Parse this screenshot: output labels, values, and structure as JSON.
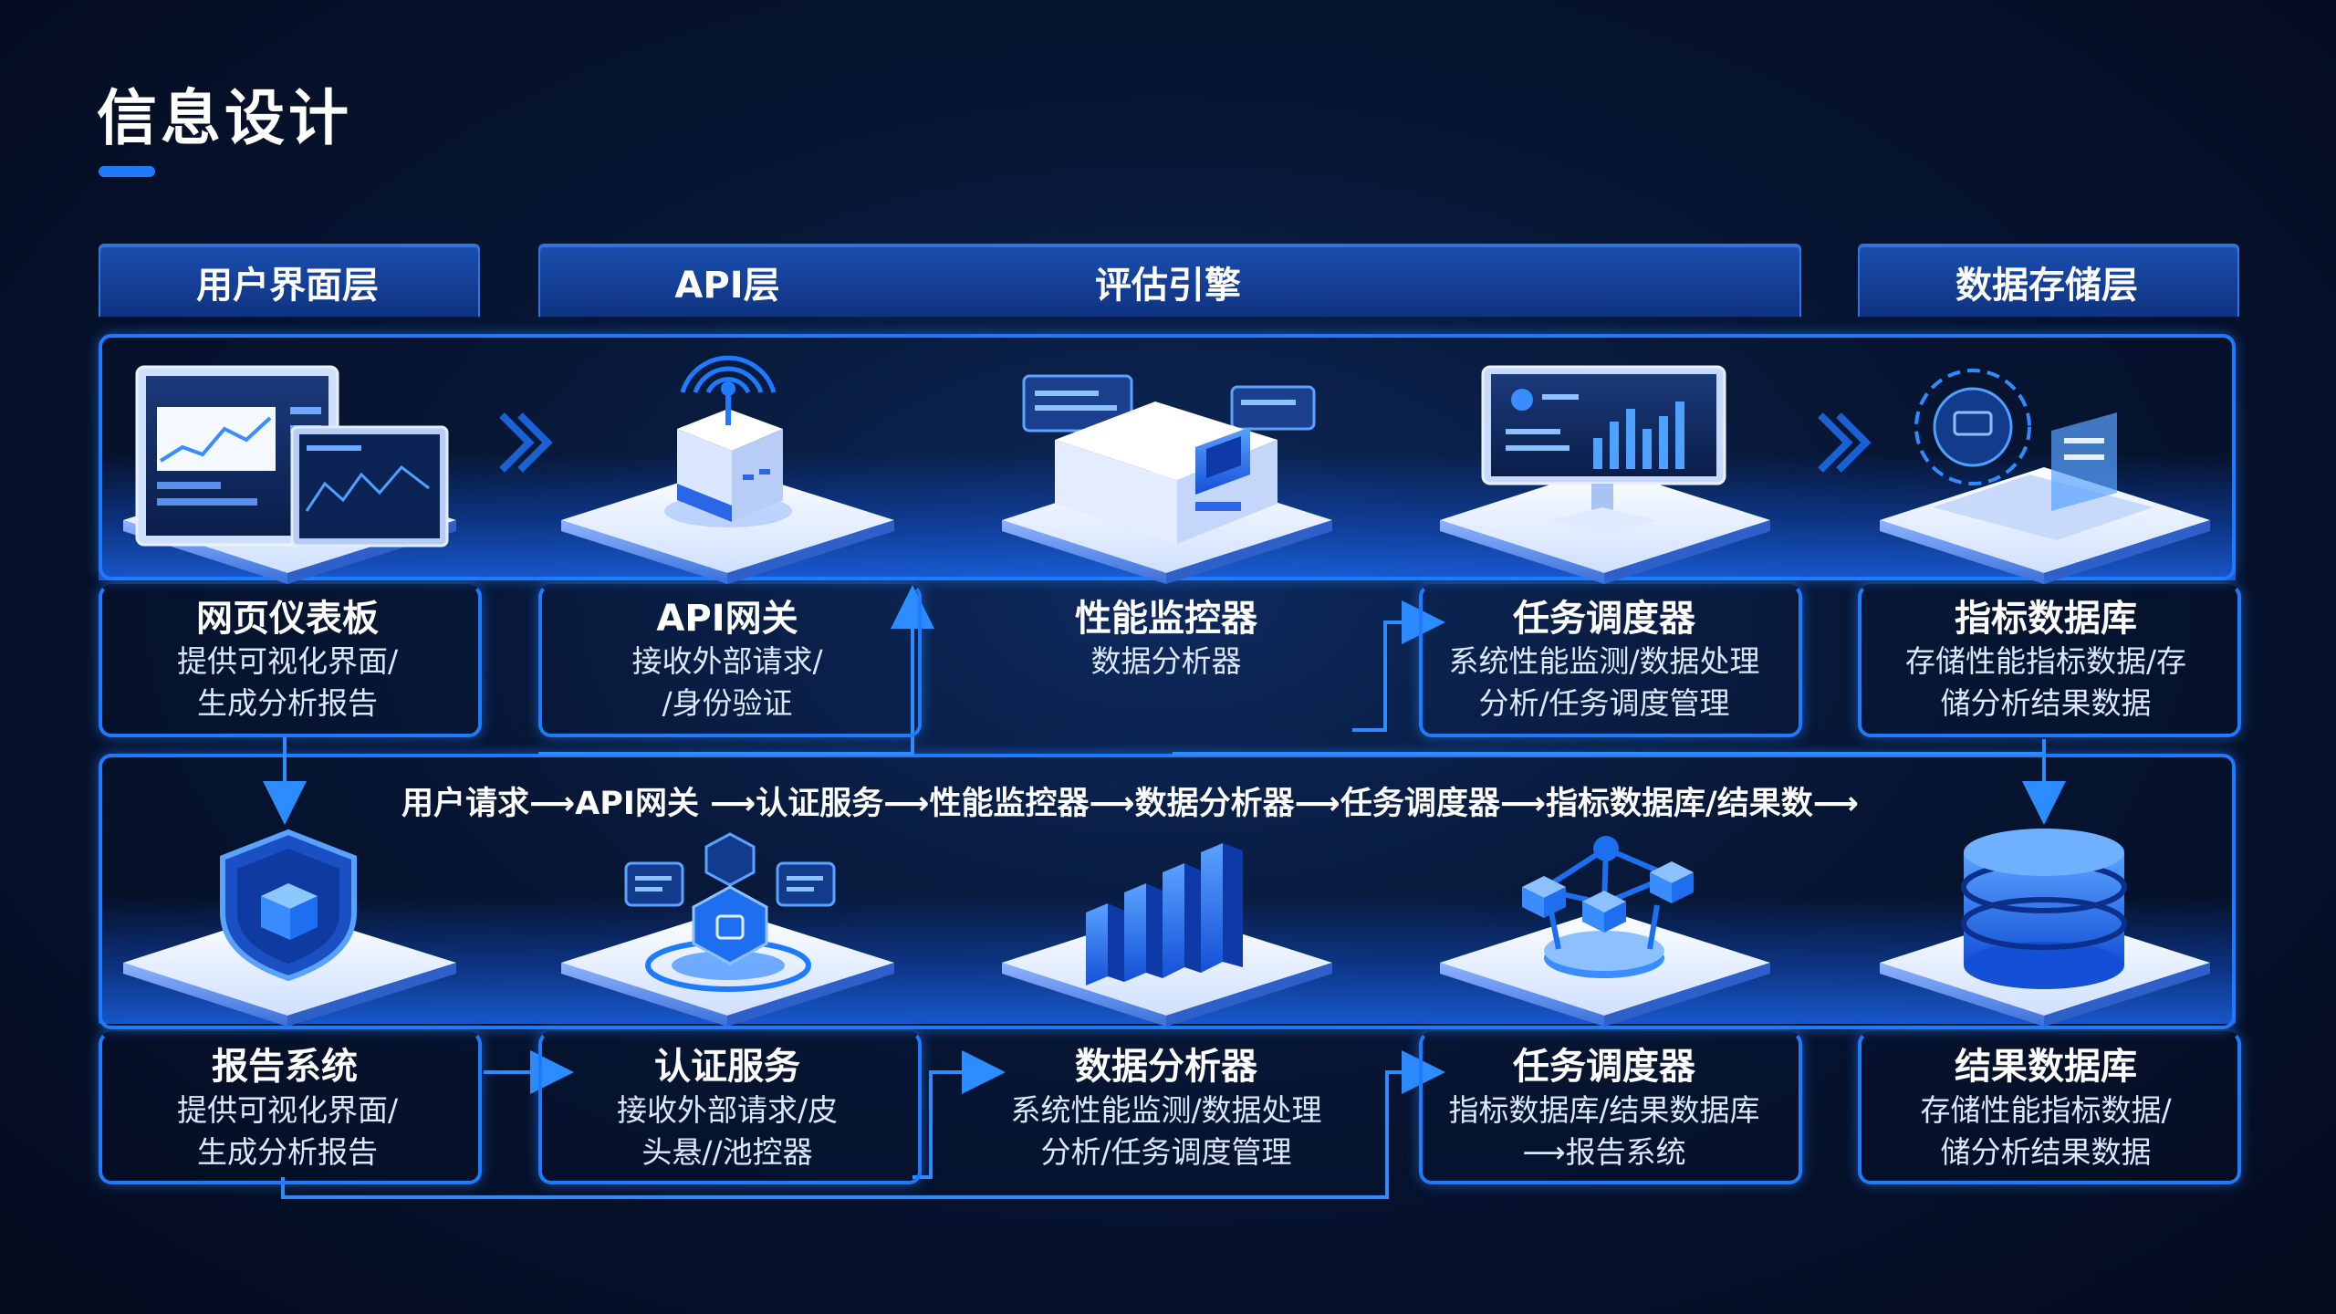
{
  "page": {
    "title": "信息设计"
  },
  "columns": [
    {
      "id": "ui-layer",
      "label": "用户界面层"
    },
    {
      "id": "api-layer",
      "label": "API层"
    },
    {
      "id": "eval-engine",
      "label": "评估引擎"
    },
    {
      "id": "storage-layer",
      "label": "数据存储层"
    }
  ],
  "top_row": [
    {
      "title": "网页仪表板",
      "desc": [
        "提供可视化界面/",
        "生成分析报告"
      ],
      "icon": "dashboard-icon"
    },
    {
      "title": "API网关",
      "desc": [
        "接收外部请求/",
        "/身份验证"
      ],
      "icon": "router-icon"
    },
    {
      "title": "性能监控器",
      "desc": [
        "数据分析器"
      ],
      "icon": "server-monitor-icon"
    },
    {
      "title": "任务调度器",
      "desc": [
        "系统性能监测/数据处理",
        "分析/任务调度管理"
      ],
      "icon": "monitor-chart-icon"
    },
    {
      "title": "指标数据库",
      "desc": [
        "存储性能指标数据/存",
        "储分析结果数据"
      ],
      "icon": "database-hologram-icon"
    }
  ],
  "flow": {
    "text": "用户请求⟶API网关 ⟶认证服务⟶性能监控器⟶数据分析器⟶任务调度器⟶指标数据库/结果数⟶"
  },
  "bottom_row": [
    {
      "title": "报告系统",
      "desc": [
        "提供可视化界面/",
        "生成分析报告"
      ],
      "icon": "shield-icon"
    },
    {
      "title": "认证服务",
      "desc": [
        "接收外部请求/皮",
        "头悬//池控器"
      ],
      "icon": "hexagon-auth-icon"
    },
    {
      "title": "数据分析器",
      "desc": [
        "系统性能监测/数据处理",
        "分析/任务调度管理"
      ],
      "icon": "bar-chart-icon"
    },
    {
      "title": "任务调度器",
      "desc": [
        "指标数据库/结果数据库",
        "⟶报告系统"
      ],
      "icon": "network-nodes-icon"
    },
    {
      "title": "结果数据库",
      "desc": [
        "存储性能指标数据/",
        "储分析结果数据"
      ],
      "icon": "database-stack-icon"
    }
  ],
  "colors": {
    "accent": "#1e7bff",
    "header": "#1a4fb0",
    "background": "#071634",
    "tile": "#eef4ff"
  }
}
